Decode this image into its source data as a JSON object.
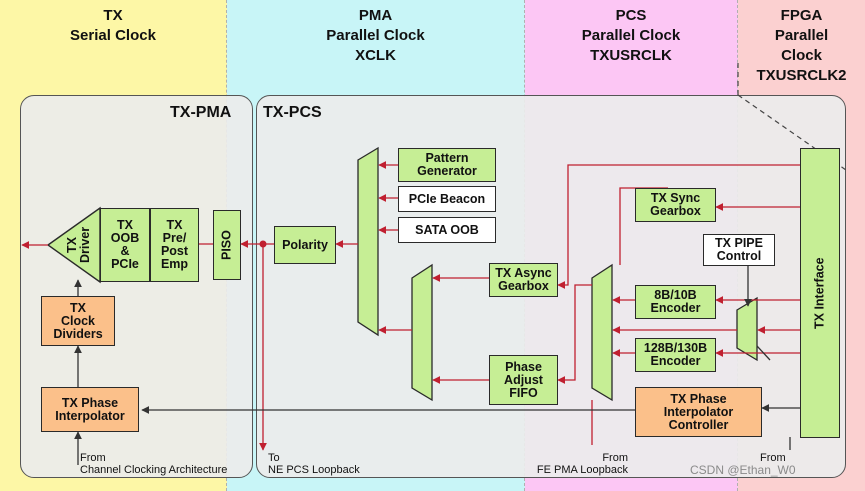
{
  "zones": {
    "tx_serial_clock": "TX\nSerial Clock",
    "pma_parallel_clock": "PMA\nParallel Clock\nXCLK",
    "pcs_parallel_clock": "PCS\nParallel Clock\nTXUSRCLK",
    "fpga_parallel_clock": "FPGA\nParallel\nClock\nTXUSRCLK2"
  },
  "zone_colors": {
    "tx_serial_clock": "#fdf7a6",
    "pma_parallel_clock": "#c8f5f7",
    "pcs_parallel_clock": "#fcc6f4",
    "fpga_parallel_clock": "#fbd0d0"
  },
  "domains": {
    "tx_pma": "TX-PMA",
    "tx_pcs": "TX-PCS"
  },
  "blocks": {
    "tx_driver": "TX\nDriver",
    "tx_oob_pcie": "TX\nOOB\n&\nPCIe",
    "tx_pre_post_emp": "TX\nPre/\nPost\nEmp",
    "piso": "PISO",
    "tx_clock_dividers": "TX\nClock\nDividers",
    "tx_phase_interpolator": "TX Phase\nInterpolator",
    "polarity": "Polarity",
    "pattern_generator": "Pattern\nGenerator",
    "pcie_beacon": "PCIe Beacon",
    "sata_oob": "SATA OOB",
    "tx_async_gearbox": "TX Async\nGearbox",
    "phase_adjust_fifo": "Phase\nAdjust\nFIFO",
    "tx_sync_gearbox": "TX Sync\nGearbox",
    "tx_pipe_control": "TX PIPE\nControl",
    "encoder_8b10b": "8B/10B\nEncoder",
    "encoder_128b130b": "128B/130B\nEncoder",
    "tx_phase_interpolator_controller": "TX Phase\nInterpolator\nController",
    "tx_interface": "TX Interface"
  },
  "notes": {
    "from_channel_clocking": "From\nChannel Clocking Architecture",
    "to_ne_pcs_loopback": "To\nNE PCS Loopback",
    "from_fe_pma_loopback": "From\nFE PMA Loopback",
    "from_right": "From"
  },
  "watermark": "CSDN @Ethan_W0"
}
